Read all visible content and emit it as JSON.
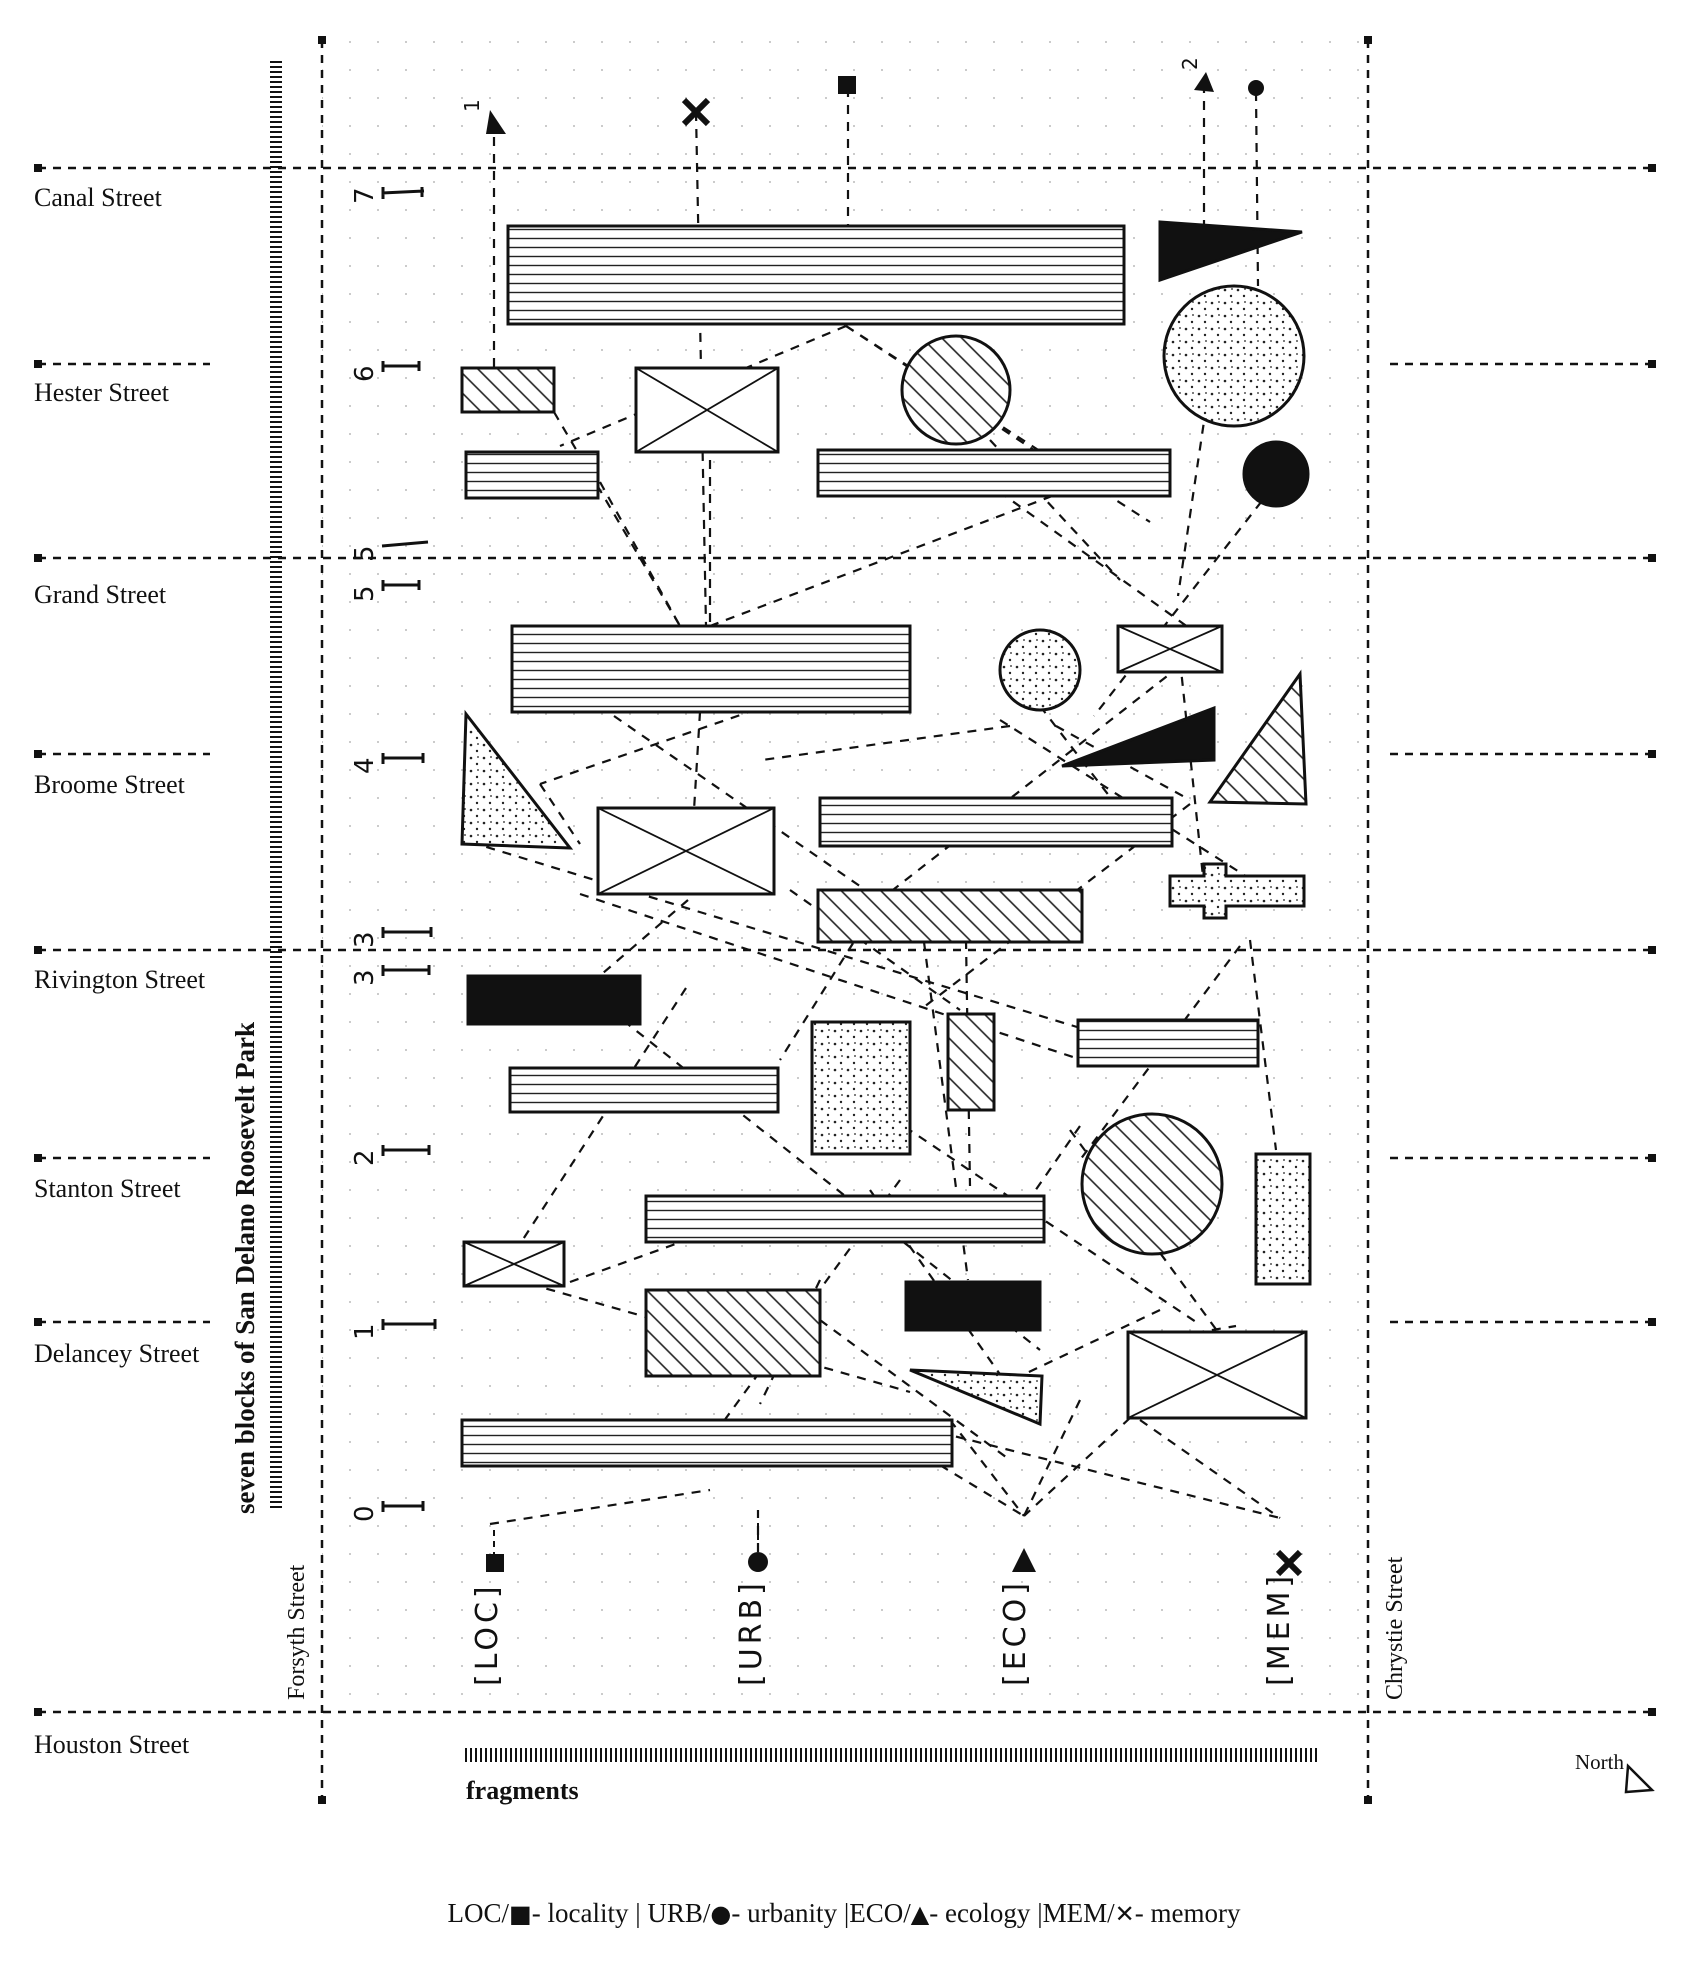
{
  "streets_horizontal": [
    {
      "name": "Canal Street"
    },
    {
      "name": "Hester Street"
    },
    {
      "name": "Grand Street"
    },
    {
      "name": "Broome Street"
    },
    {
      "name": "Rivington Street"
    },
    {
      "name": "Stanton Street"
    },
    {
      "name": "Delancey Street"
    },
    {
      "name": "Houston Street"
    }
  ],
  "streets_vertical": {
    "west": "Forsyth Street",
    "east": "Chrystie Street"
  },
  "park_label": "seven blocks of San Delano Roosevelt Park",
  "fragments_label": "fragments",
  "north_label": "North",
  "block_numbers": [
    "7",
    "6",
    "5",
    "5",
    "4",
    "3",
    "3",
    "2",
    "1",
    "0"
  ],
  "top_marker_numbers": [
    "1",
    "2"
  ],
  "categories": [
    {
      "code": "[LOC]",
      "icon": "square-icon"
    },
    {
      "code": "[URB]",
      "icon": "circle-icon"
    },
    {
      "code": "[ECO]",
      "icon": "triangle-icon"
    },
    {
      "code": "[MEM]",
      "icon": "cross-icon"
    }
  ],
  "legend": {
    "loc": "LOC/",
    "loc_sym": "■",
    "loc_text": "- locality",
    "sep1": " | ",
    "urb": "URB/",
    "urb_sym": "●",
    "urb_text": "- urbanity",
    "sep2": " |",
    "eco": "ECO/",
    "eco_sym": "▲",
    "eco_text": "- ecology",
    "sep3": " |",
    "mem": "MEM/",
    "mem_sym": "✕",
    "mem_text": "- memory"
  }
}
